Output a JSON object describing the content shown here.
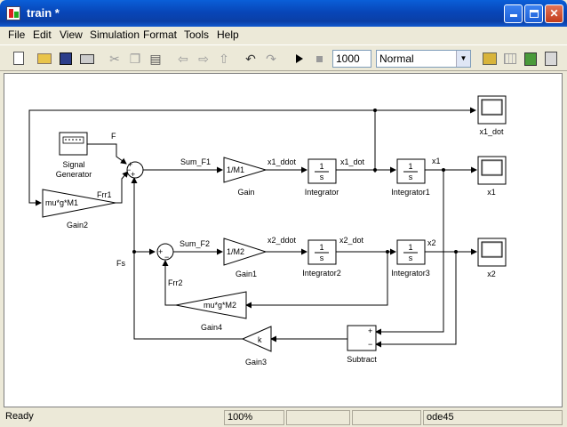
{
  "window": {
    "title": "train *"
  },
  "menu": [
    "File",
    "Edit",
    "View",
    "Simulation",
    "Format",
    "Tools",
    "Help"
  ],
  "toolbar": {
    "stop_time": "1000",
    "mode": "Normal"
  },
  "blocks": {
    "signal_generator": "Signal\nGenerator",
    "gain": {
      "label": "Gain",
      "value": "1/M1"
    },
    "gain1": {
      "label": "Gain1",
      "value": "1/M2"
    },
    "gain2": {
      "label": "Gain2",
      "value": "mu*g*M1"
    },
    "gain3": {
      "label": "Gain3",
      "value": "k"
    },
    "gain4": {
      "label": "Gain4",
      "value": "mu*g*M2"
    },
    "integrator": {
      "label": "Integrator",
      "value": "1\ns"
    },
    "integrator1": {
      "label": "Integrator1",
      "value": "1\ns"
    },
    "integrator2": {
      "label": "Integrator2",
      "value": "1\ns"
    },
    "integrator3": {
      "label": "Integrator3",
      "value": "1\ns"
    },
    "subtract": "Subtract",
    "scope_x1_dot": "x1_dot",
    "scope_x1": "x1",
    "scope_x2": "x2"
  },
  "signals": {
    "F": "F",
    "Frr1": "Frr1",
    "Sum_F1": "Sum_F1",
    "x1_ddot": "x1_ddot",
    "x1_dot": "x1_dot",
    "x1": "x1",
    "Fs": "Fs",
    "Sum_F2": "Sum_F2",
    "x2_ddot": "x2_ddot",
    "x2_dot": "x2_dot",
    "x2": "x2",
    "Frr2": "Frr2"
  },
  "status": {
    "state": "Ready",
    "zoom": "100%",
    "solver": "ode45"
  }
}
